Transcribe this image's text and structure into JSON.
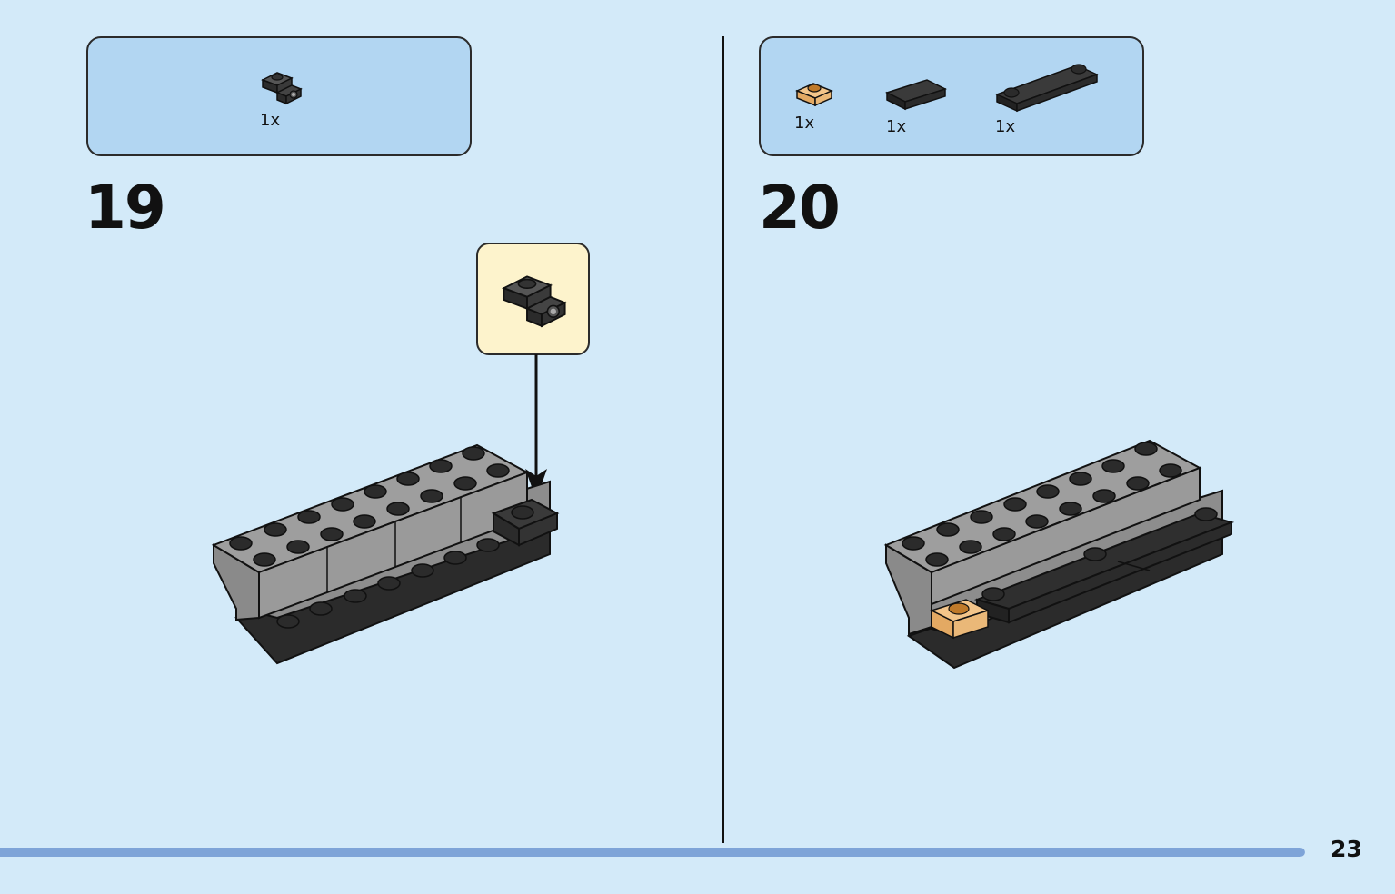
{
  "page": {
    "number": "23",
    "progress_fraction": 1.0
  },
  "steps": [
    {
      "number": "19",
      "parts": [
        {
          "qty": "1x",
          "icon": "black-bracket-brick-icon",
          "color": "#2b2b2b"
        }
      ],
      "callout": {
        "icon": "black-bracket-brick-icon"
      }
    },
    {
      "number": "20",
      "parts": [
        {
          "qty": "1x",
          "icon": "tan-transparent-round-plate-icon",
          "color": "#f3c58a"
        },
        {
          "qty": "1x",
          "icon": "black-tile-1x2-icon",
          "color": "#2b2b2b"
        },
        {
          "qty": "1x",
          "icon": "black-plate-1x4-icon",
          "color": "#2b2b2b"
        }
      ]
    }
  ],
  "colors": {
    "background": "#d3eaf9",
    "parts_box": "#b2d6f2",
    "callout": "#fdf3cc",
    "brick_gray": "#9e9e9e",
    "brick_black": "#2b2b2b",
    "progress": "#7ea4d8"
  }
}
